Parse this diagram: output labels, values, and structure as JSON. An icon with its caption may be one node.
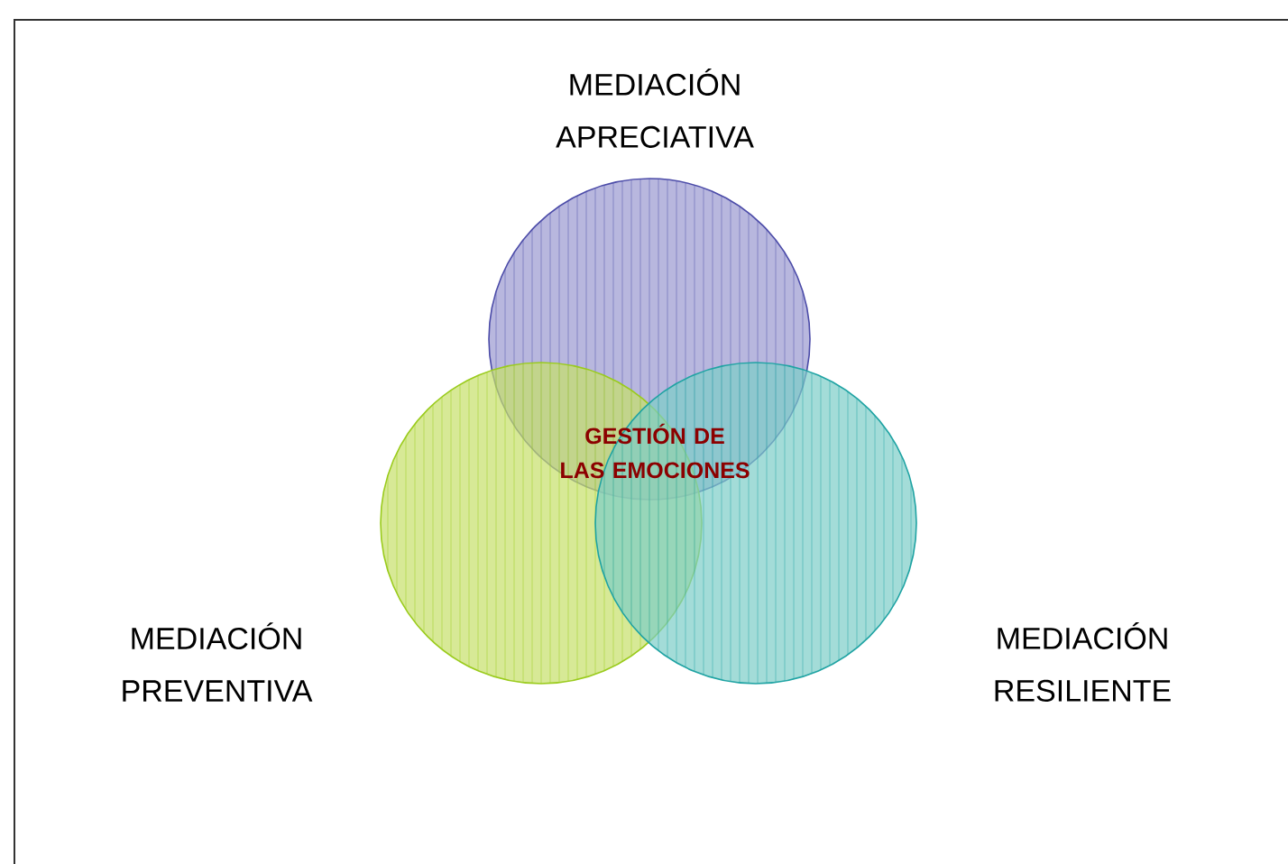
{
  "diagram": {
    "nodes": [
      {
        "text": [
          "MEDIACIÓN APRECIATIVA"
        ]
      },
      {
        "text": [
          "MEDIACIÓN PREVENTIVA"
        ]
      },
      {
        "text": [
          "MEDIACIÓN RESILIENTE"
        ]
      }
    ],
    "labels": [
      "GESTIÓN DE LAS EMOCIONES"
    ]
  }
}
